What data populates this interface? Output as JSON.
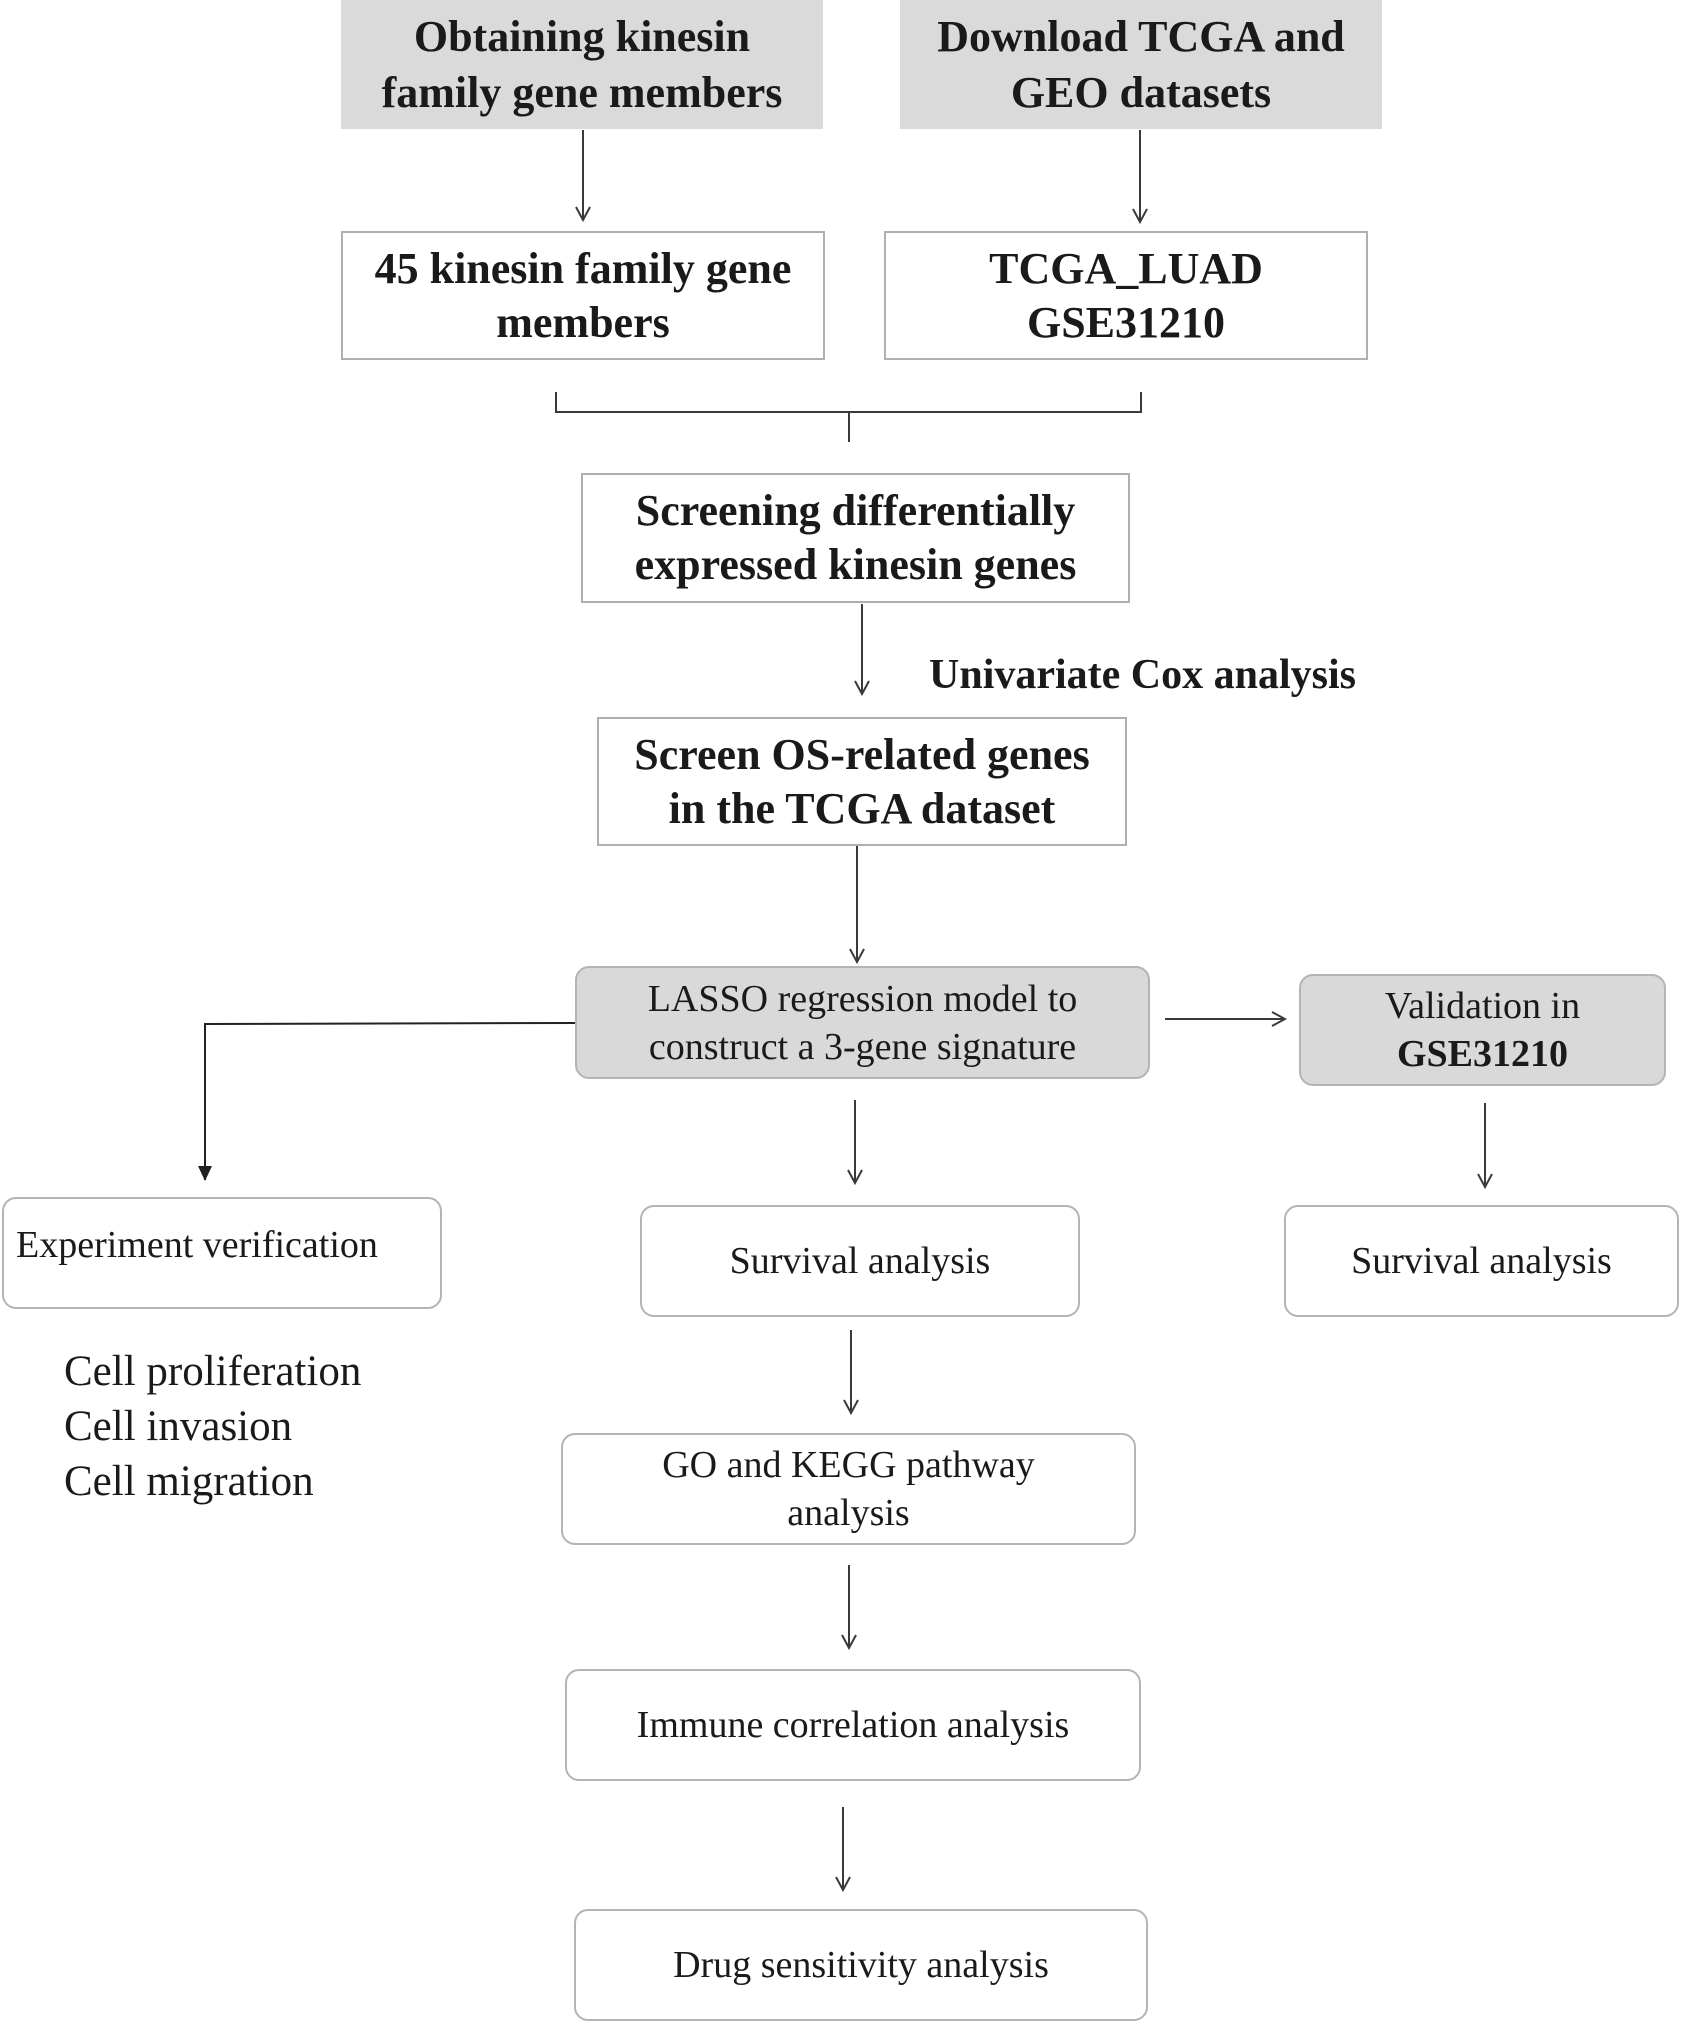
{
  "flowchart": {
    "top_left": {
      "line1": "Obtaining kinesin",
      "line2": "family gene members"
    },
    "top_right": {
      "line1": "Download TCGA and",
      "line2": "GEO datasets"
    },
    "genes_box": {
      "line1": "45 kinesin family gene",
      "line2": "members"
    },
    "datasets_box": {
      "line1": "TCGA_LUAD",
      "line2": "GSE31210"
    },
    "screening_box": {
      "line1": "Screening differentially",
      "line2": "expressed kinesin genes"
    },
    "cox_label": "Univariate Cox analysis",
    "os_box": {
      "line1": "Screen OS-related genes",
      "line2": "in the TCGA dataset"
    },
    "lasso_box": {
      "line1": "LASSO regression model to",
      "line2": "construct a 3-gene signature"
    },
    "validation_box": {
      "line1": "Validation in",
      "line2": "GSE31210"
    },
    "experiment_box": "Experiment verification",
    "experiment_items": [
      "Cell proliferation",
      "Cell invasion",
      "Cell migration"
    ],
    "survival_center": "Survival analysis",
    "survival_right": "Survival analysis",
    "go_kegg_box": {
      "line1": "GO and KEGG pathway",
      "line2": "analysis"
    },
    "immune_box": "Immune correlation analysis",
    "drug_box": "Drug sensitivity analysis"
  },
  "colors": {
    "grey_fill": "#d9d9d9",
    "border": "#b4b4b4",
    "line": "#3a3a3a",
    "text": "#1a1a1a"
  }
}
